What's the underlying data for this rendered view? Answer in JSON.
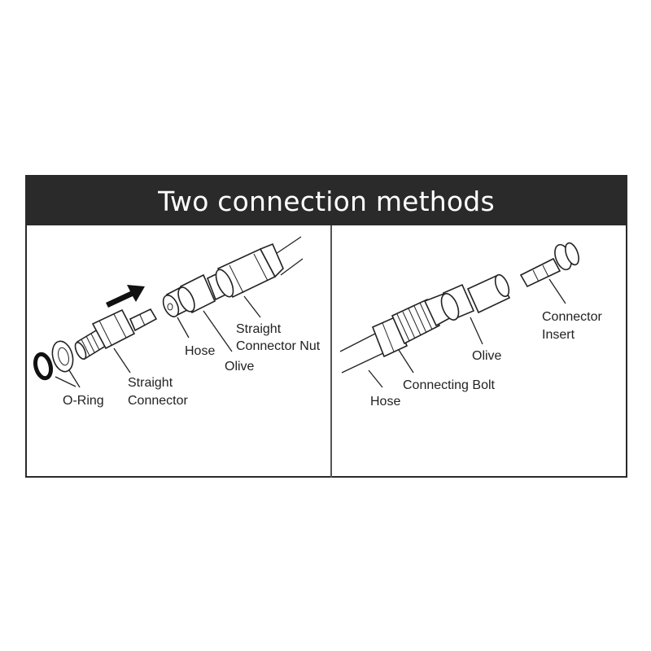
{
  "title": "Two connection methods",
  "left_panel": {
    "labels": {
      "o_ring": "O-Ring",
      "straight_connector_1": "Straight",
      "straight_connector_2": "Connector",
      "hose": "Hose",
      "olive": "Olive",
      "nut_1": "Straight",
      "nut_2": "Connector Nut"
    }
  },
  "right_panel": {
    "labels": {
      "hose": "Hose",
      "connecting_bolt": "Connecting Bolt",
      "olive": "Olive",
      "insert_1": "Connector",
      "insert_2": "Insert"
    }
  },
  "colors": {
    "banner": "#2a2a2a",
    "title_text": "#ffffff",
    "line": "#222222"
  }
}
